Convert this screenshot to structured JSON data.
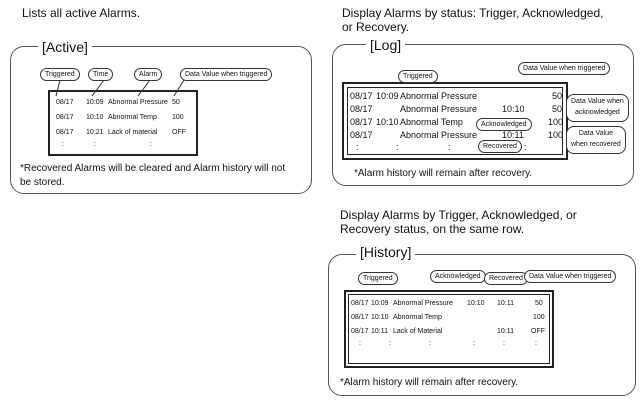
{
  "colors": {
    "border": "#555555",
    "text": "#111111",
    "background": "#ffffff"
  },
  "active": {
    "caption": "Lists all active Alarms.",
    "title": "[Active]",
    "labels": {
      "triggered": "Triggered",
      "time": "Time",
      "alarm": "Alarm",
      "data_value": "Data Value when triggered"
    },
    "rows": [
      {
        "date": "08/17",
        "time": "10:09",
        "alarm": "Abnormal Pressure",
        "value": "50"
      },
      {
        "date": "08/17",
        "time": "10:10",
        "alarm": "Abnormal Temp",
        "value": "100"
      },
      {
        "date": "08/17",
        "time": "10:21",
        "alarm": "Lack of material",
        "value": "OFF"
      }
    ],
    "dots": [
      ":",
      ":",
      ":"
    ],
    "note_line1": "*Recovered Alarms will be cleared and Alarm history will not",
    "note_line2": "be stored."
  },
  "log": {
    "caption_line1": "Display Alarms by status: Trigger, Acknowledged,",
    "caption_line2": "or Recovery.",
    "title": "[Log]",
    "labels": {
      "triggered": "Triggered",
      "data_value_triggered": "Data Value when triggered",
      "data_value_ack_line1": "Data Value when",
      "data_value_ack_line2": "acknowledged",
      "acknowledged": "Acknowledged",
      "data_value_rec_line1": "Data Value",
      "data_value_rec_line2": "when recovered",
      "recovered": "Recovered"
    },
    "rows": [
      {
        "date": "08/17",
        "time": "10:09",
        "alarm": "Abnormal Pressure",
        "ack": "",
        "value": "50"
      },
      {
        "date": "08/17",
        "time": "",
        "alarm": "Abnormal Pressure",
        "ack": "10:10",
        "value": "50"
      },
      {
        "date": "08/17",
        "time": "10:10",
        "alarm": "Abnormal Temp",
        "ack": "",
        "value": "100"
      },
      {
        "date": "08/17",
        "time": "",
        "alarm": "Abnormal Pressure",
        "ack": "10:11",
        "value": "100"
      }
    ],
    "dots": [
      ":",
      ":",
      ":",
      ":"
    ],
    "note": "*Alarm history will remain after recovery."
  },
  "history": {
    "caption_line1": "Display Alarms by Trigger, Acknowledged, or",
    "caption_line2": "Recovery status, on the same row.",
    "title": "[History]",
    "labels": {
      "triggered": "Triggered",
      "acknowledged": "Acknowledged",
      "recovered": "Recovered",
      "data_value": "Data Value when triggered"
    },
    "rows": [
      {
        "date": "08/17",
        "time": "10:09",
        "alarm": "Abnormal Pressure",
        "ack": "10:10",
        "rec": "10:11",
        "value": "50"
      },
      {
        "date": "08/17",
        "time": "10:10",
        "alarm": "Abnormal Temp",
        "ack": "",
        "rec": "",
        "value": "100"
      },
      {
        "date": "08/17",
        "time": "10:11",
        "alarm": "Lack of Material",
        "ack": "",
        "rec": "10:11",
        "value": "OFF"
      }
    ],
    "dots": [
      ":",
      ":",
      ":",
      ":",
      ":",
      ":"
    ],
    "note": "*Alarm history will remain after recovery."
  }
}
